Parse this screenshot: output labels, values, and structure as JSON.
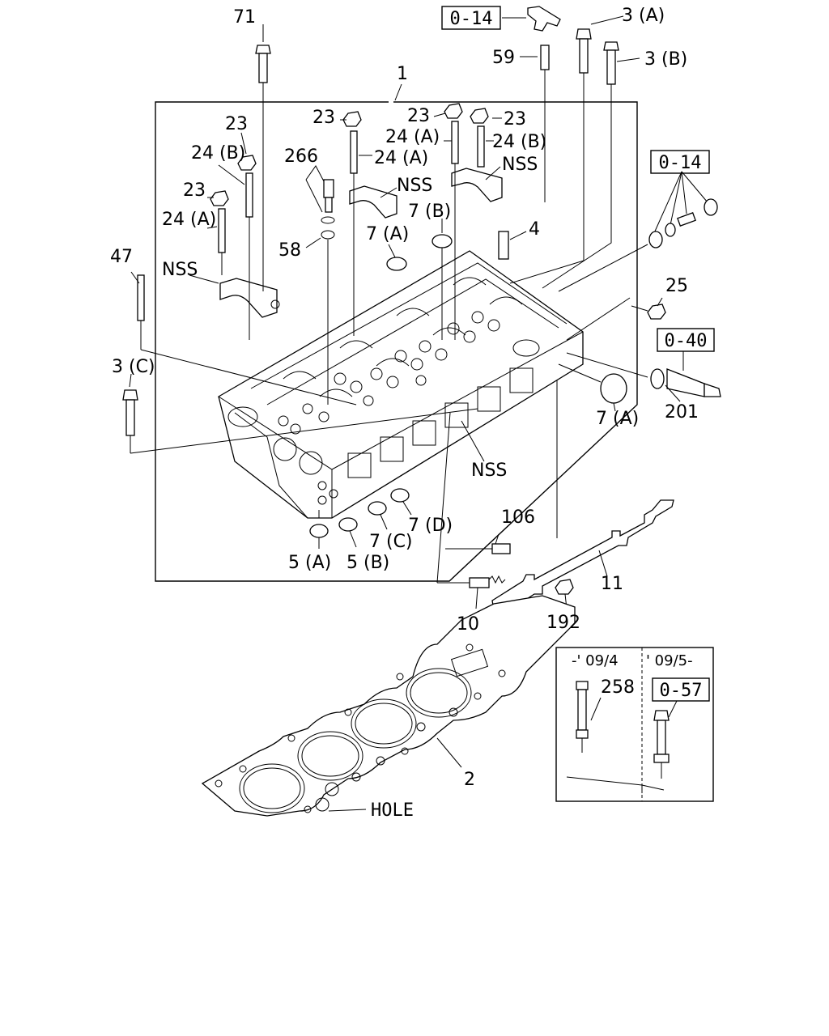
{
  "diagram": {
    "boxed_refs": {
      "ref_top": "0-14",
      "ref_right": "0-14",
      "ref_sensor": "0-40",
      "ref_inset": "0-57"
    },
    "labels": {
      "l71": "71",
      "l3a": "3 (A)",
      "l3b": "3 (B)",
      "l59": "59",
      "l1": "1",
      "l23a": "23",
      "l23b": "23",
      "l23c": "23",
      "l23d": "23",
      "l23e": "23",
      "l24a_1": "24 (A)",
      "l24a_2": "24 (A)",
      "l24a_3": "24 (A)",
      "l24b_1": "24 (B)",
      "l24b_2": "24 (B)",
      "l266": "266",
      "lnss1": "NSS",
      "lnss2": "NSS",
      "lnss3": "NSS",
      "lnss4": "NSS",
      "l7b": "7 (B)",
      "l7a_1": "7 (A)",
      "l7a_2": "7 (A)",
      "l4": "4",
      "l58": "58",
      "l47": "47",
      "l25": "25",
      "l3c": "3 (C)",
      "l201": "201",
      "l106": "106",
      "l7d": "7 (D)",
      "l7c": "7 (C)",
      "l5a": "5 (A)",
      "l5b": "5 (B)",
      "l11": "11",
      "l10": "10",
      "l192": "192",
      "l2": "2",
      "lhole": "HOLE",
      "l258": "258",
      "inset_left": "-' 09/4",
      "inset_right": "' 09/5-"
    }
  }
}
